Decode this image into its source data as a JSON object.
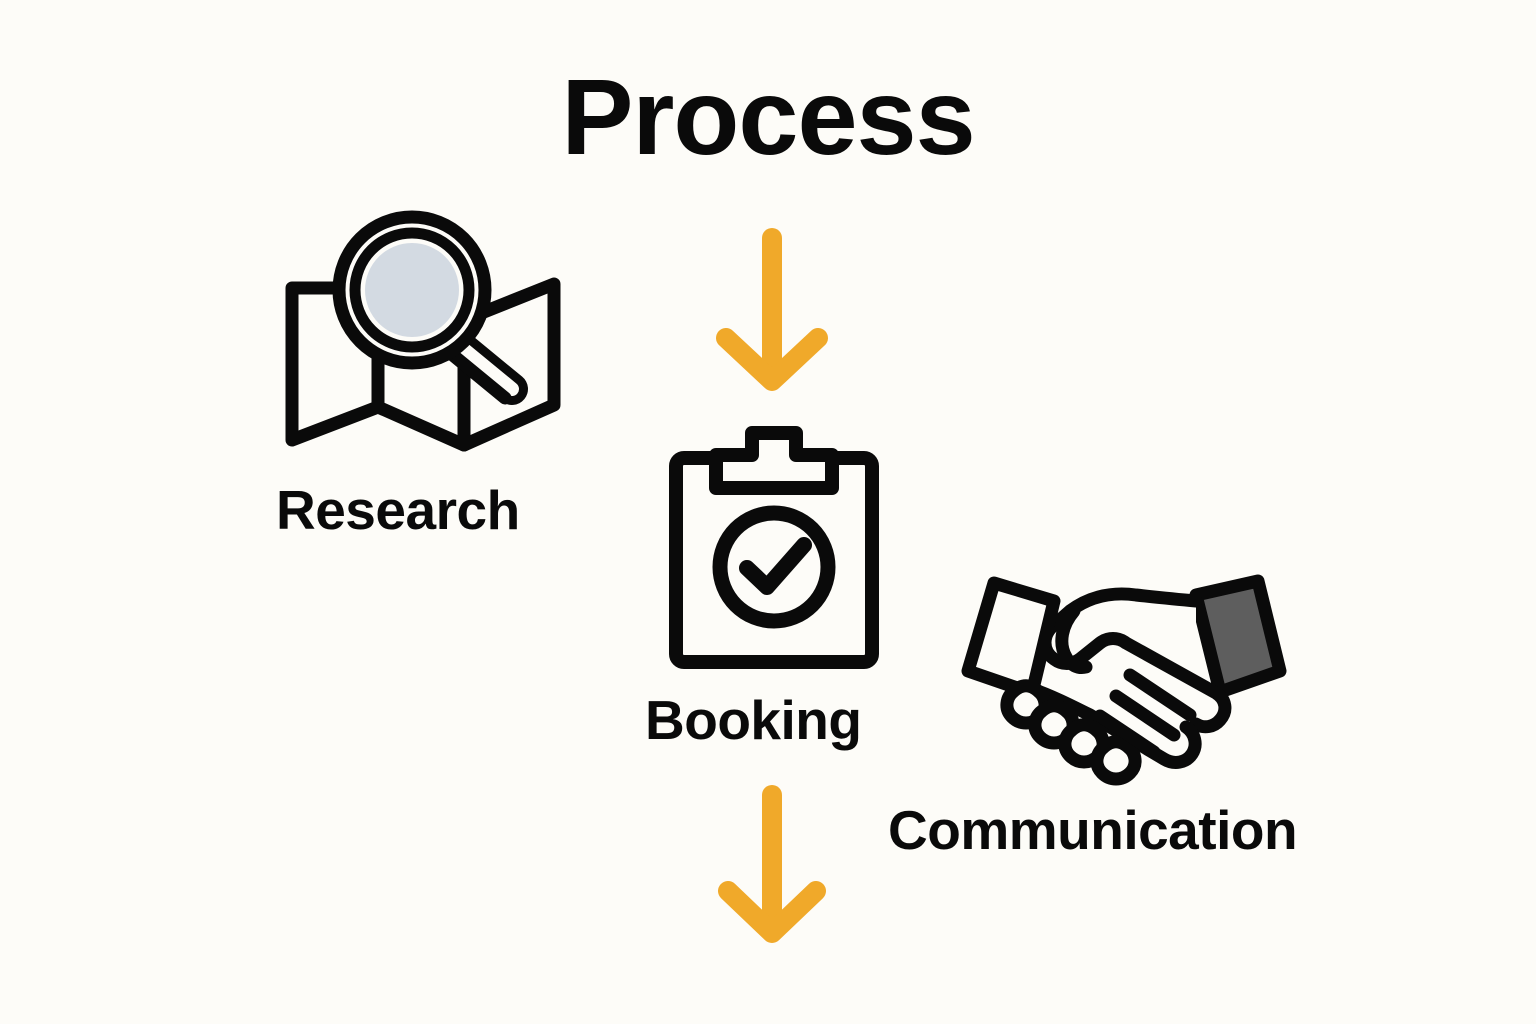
{
  "page": {
    "title": "Process",
    "background_color": "#FDFCF8",
    "text_color": "#0A0A0A",
    "accent_color": "#F0A92A"
  },
  "steps": [
    {
      "id": "research",
      "label": "Research",
      "icon": "map-magnifier-icon",
      "icon_stroke_color": "#0A0A0A",
      "icon_fill_color": "#D3DAE2"
    },
    {
      "id": "booking",
      "label": "Booking",
      "icon": "clipboard-check-icon",
      "icon_stroke_color": "#0A0A0A",
      "icon_fill_color": "#FDFCF8"
    },
    {
      "id": "communication",
      "label": "Communication",
      "icon": "handshake-icon",
      "icon_stroke_color": "#0A0A0A",
      "icon_fill_color": "#5E5E5E"
    }
  ],
  "connectors": [
    {
      "id": "arrow-research-to-booking",
      "icon": "arrow-down-icon",
      "color": "#F0A92A"
    },
    {
      "id": "arrow-booking-to-communication",
      "icon": "arrow-down-icon",
      "color": "#F0A92A"
    }
  ]
}
